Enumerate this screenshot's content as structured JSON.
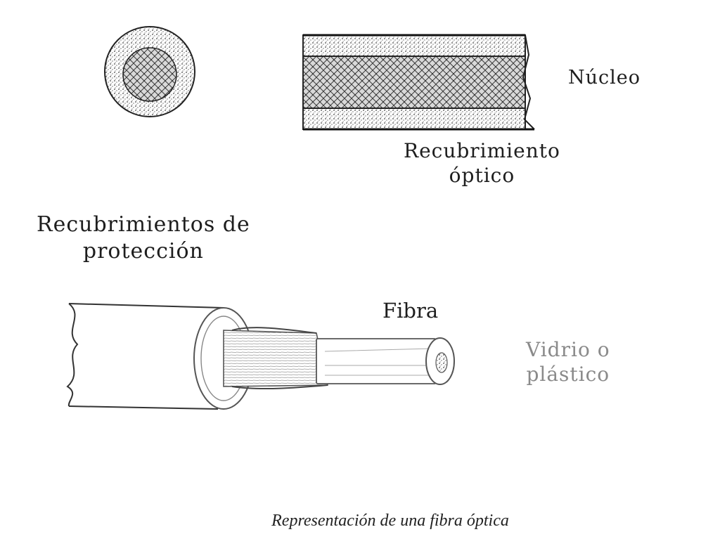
{
  "labels": {
    "nucleo": "Núcleo",
    "recubrimiento_optico": [
      "Recubrimiento",
      "óptico"
    ],
    "recubrimientos_proteccion": [
      "Recubrimientos de",
      "protección"
    ],
    "fibra": "Fibra",
    "vidrio_plastico": [
      "Vidrio o",
      "plástico"
    ]
  },
  "caption": "Representación de una fibra óptica"
}
